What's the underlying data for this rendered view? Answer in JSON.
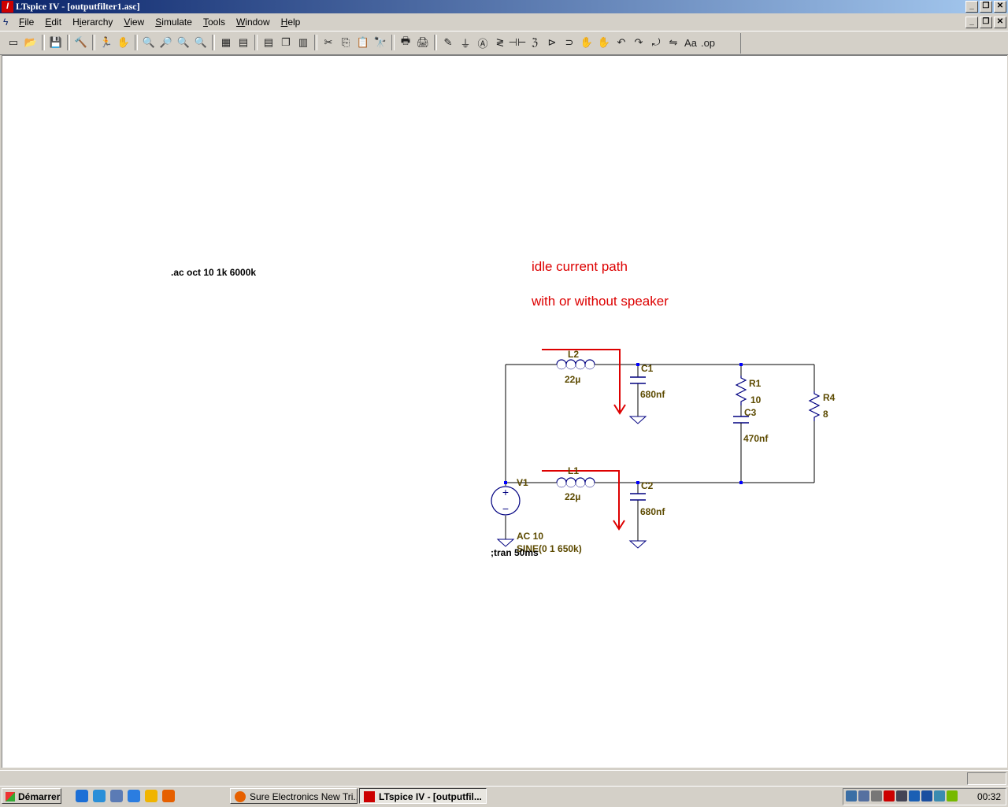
{
  "window": {
    "title": "LTspice IV - [outputfilter1.asc]",
    "app_icon_glyph": "Ɩ",
    "minimize_glyph": "_",
    "restore_glyph": "❐",
    "close_glyph": "✕"
  },
  "menu": {
    "items": [
      "File",
      "Edit",
      "Hierarchy",
      "View",
      "Simulate",
      "Tools",
      "Window",
      "Help"
    ],
    "access_keys": [
      "F",
      "E",
      "i",
      "V",
      "S",
      "T",
      "W",
      "H"
    ]
  },
  "toolbar": {
    "groups": [
      [
        {
          "icon": "new-schematic-icon",
          "glyph": "▭"
        },
        {
          "icon": "open-icon",
          "glyph": "📂"
        }
      ],
      [
        {
          "icon": "save-icon",
          "glyph": "💾"
        }
      ],
      [
        {
          "icon": "control-panel-icon",
          "glyph": "🔨"
        }
      ],
      [
        {
          "icon": "run-icon",
          "glyph": "🏃"
        },
        {
          "icon": "halt-icon",
          "glyph": "✋"
        }
      ],
      [
        {
          "icon": "zoom-in-icon",
          "glyph": "🔍"
        },
        {
          "icon": "pan-icon",
          "glyph": "🔎"
        },
        {
          "icon": "zoom-out-icon",
          "glyph": "🔍"
        },
        {
          "icon": "zoom-fit-icon",
          "glyph": "🔍"
        }
      ],
      [
        {
          "icon": "waveform-icon",
          "glyph": "▦"
        },
        {
          "icon": "autorange-icon",
          "glyph": "▤"
        }
      ],
      [
        {
          "icon": "tile-horizontal-icon",
          "glyph": "▤"
        },
        {
          "icon": "cascade-icon",
          "glyph": "❐"
        },
        {
          "icon": "tile-vertical-icon",
          "glyph": "▥"
        }
      ],
      [
        {
          "icon": "cut-icon",
          "glyph": "✂"
        },
        {
          "icon": "copy-icon",
          "glyph": "⎘"
        },
        {
          "icon": "paste-icon",
          "glyph": "📋"
        },
        {
          "icon": "find-icon",
          "glyph": "🔭"
        }
      ],
      [
        {
          "icon": "print-setup-icon",
          "glyph": "🖶"
        },
        {
          "icon": "print-icon",
          "glyph": "🖨"
        }
      ],
      [
        {
          "icon": "draw-wire-icon",
          "glyph": "✎"
        },
        {
          "icon": "ground-icon",
          "glyph": "⏚"
        },
        {
          "icon": "label-net-icon",
          "glyph": "Ⓐ"
        },
        {
          "icon": "resistor-icon",
          "glyph": "≷"
        },
        {
          "icon": "capacitor-icon",
          "glyph": "⊣⊢"
        },
        {
          "icon": "inductor-icon",
          "glyph": "ℨ"
        },
        {
          "icon": "diode-icon",
          "glyph": "⊳"
        },
        {
          "icon": "component-icon",
          "glyph": "⊃"
        },
        {
          "icon": "move-icon",
          "glyph": "✋"
        },
        {
          "icon": "drag-icon",
          "glyph": "✋"
        },
        {
          "icon": "undo-icon",
          "glyph": "↶"
        },
        {
          "icon": "redo-icon",
          "glyph": "↷"
        },
        {
          "icon": "rotate-icon",
          "glyph": "⤾"
        },
        {
          "icon": "mirror-icon",
          "glyph": "⇋"
        },
        {
          "icon": "text-icon",
          "glyph": "Aa"
        },
        {
          "icon": "spice-directive-icon",
          "glyph": ".op"
        }
      ]
    ]
  },
  "schematic": {
    "directive_ac": ".ac oct 10 1k 6000k",
    "directive_tran": ";tran 50ms",
    "annotation_1": "idle current path",
    "annotation_2": "with or without speaker",
    "L2": {
      "name": "L2",
      "value": "22µ"
    },
    "L1": {
      "name": "L1",
      "value": "22µ"
    },
    "C1": {
      "name": "C1",
      "value": "680nf"
    },
    "C2": {
      "name": "C2",
      "value": "680nf"
    },
    "C3": {
      "name": "C3",
      "value": "470nf"
    },
    "R1": {
      "name": "R1",
      "value": "10"
    },
    "R4": {
      "name": "R4",
      "value": "8"
    },
    "V1": {
      "name": "V1",
      "value_ac": "AC 10",
      "value_sine": "SINE(0 1 650k)"
    },
    "colors": {
      "wire": "#000000",
      "component": "#000080",
      "label": "#5c4a00",
      "annotation": "#dd0000",
      "junction": "#0000ff"
    }
  },
  "taskbar": {
    "start_label": "Démarrer",
    "tasks": [
      {
        "label": "Sure Electronics New Tri...",
        "icon": "firefox-icon",
        "active": false
      },
      {
        "label": "LTspice IV - [outputfil...",
        "icon": "ltspice-icon",
        "active": true
      }
    ],
    "quicklaunch": [
      "ie-icon",
      "outlook-icon",
      "notepad-icon",
      "ie2-icon",
      "media-icon",
      "firefox-icon"
    ],
    "tray_icons": [
      "network-icon",
      "volume-icon",
      "antivirus-icon",
      "ltspice-tray-icon",
      "monitor-icon",
      "info-icon",
      "bluetooth-icon",
      "security-icon",
      "nvidia-icon"
    ],
    "clock": "00:32"
  }
}
